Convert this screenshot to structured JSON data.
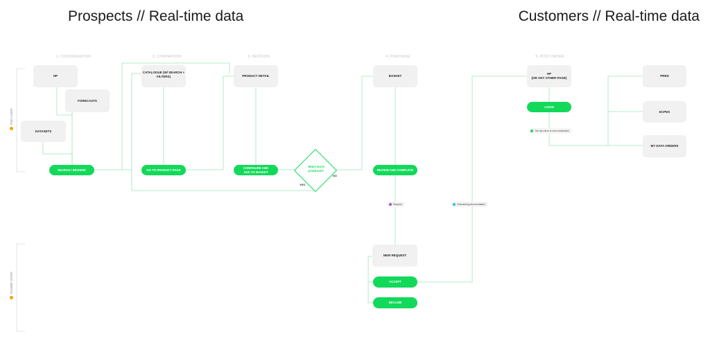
{
  "titles": {
    "prospects": "Prospects // Real-time data",
    "customers": "Customers // Real-time data"
  },
  "stages": [
    "1. CONSIDERATION",
    "2. COMPARISON",
    "3. DECISION",
    "4. PURCHASE",
    "5. POST ORDER"
  ],
  "lanes": {
    "end_user": "END-USER",
    "staff": "ECMWF STAFF"
  },
  "lane_dot_color": "#f4a300",
  "nodes": {
    "hp": "HP",
    "forecasts": "FORECASTS",
    "datasets": "DATASETS",
    "catalogue": "CATALOGUE (W/ SEARCH + FILTERS)",
    "product_detail": "PRODUCT DETAIL",
    "basket": "BASKET",
    "hp_post_line1": "HP",
    "hp_post_line2": "(OR ANY OTHER PAGE)",
    "pred": "PRED",
    "ecpds": "ECPDS",
    "my_data_orders": "MY DATA ORDERS",
    "new_request": "NEW REQUEST"
  },
  "actions": {
    "search_browse": "SEARCH / BROWSE",
    "go_to_product_page": "GO TO PRODUCT PAGE",
    "configure_line1": "CONFIGURE AND",
    "configure_line2": "ADD TO BASKET",
    "review_complete": "REVIEW AND COMPLETE",
    "login": "LOGIN",
    "accept": "ACCEPT",
    "decline": "DECLINE"
  },
  "decision": {
    "line1": "Want more",
    "line2": "products?",
    "yes": "YES",
    "no": "NO"
  },
  "tags": {
    "request": {
      "label": "Request",
      "color": "#9b59d0"
    },
    "onboarding": {
      "label": "Onboarding documentation",
      "color": "#23c3e0"
    },
    "login_note": {
      "label": "The top menu is now customised",
      "color": "#12d95a"
    }
  },
  "colors": {
    "accent": "#12d95a",
    "node_bg": "#f1f1f1"
  }
}
